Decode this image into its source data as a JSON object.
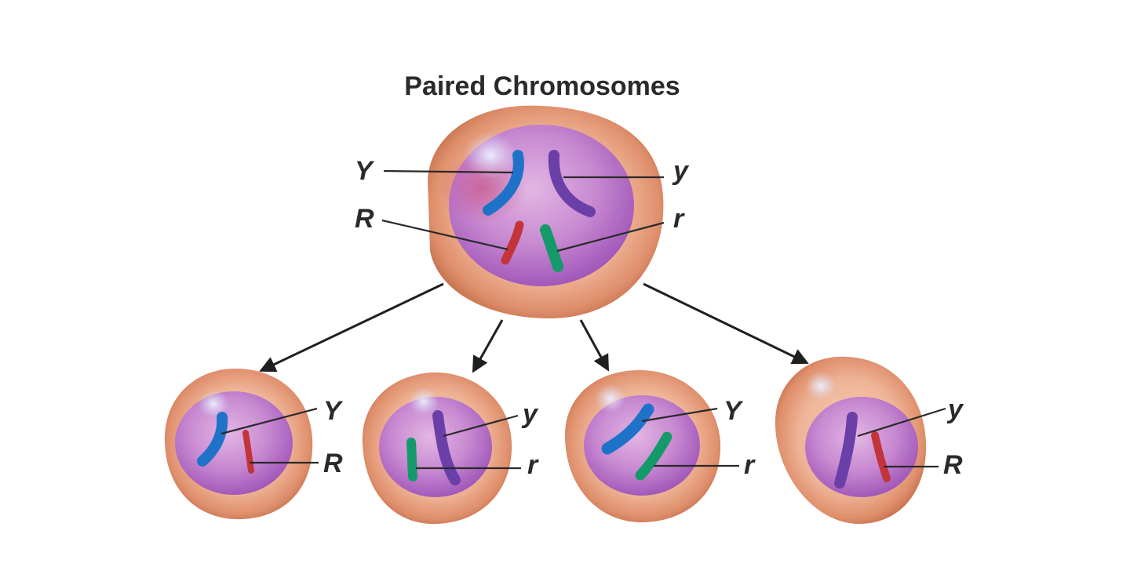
{
  "title": "Paired Chromosomes",
  "colors": {
    "chromosome_Y": "#1e73c8",
    "chromosome_y": "#6a3fa8",
    "chromosome_R": "#c3343a",
    "chromosome_r": "#149a6a",
    "cell_membrane": "#e8a07f",
    "nucleus": "#b66bc7"
  },
  "parent_cell": {
    "genes": [
      "Y",
      "y",
      "R",
      "r"
    ]
  },
  "gametes": [
    {
      "genes": [
        "Y",
        "R"
      ]
    },
    {
      "genes": [
        "y",
        "r"
      ]
    },
    {
      "genes": [
        "Y",
        "r"
      ]
    },
    {
      "genes": [
        "y",
        "R"
      ]
    }
  ]
}
